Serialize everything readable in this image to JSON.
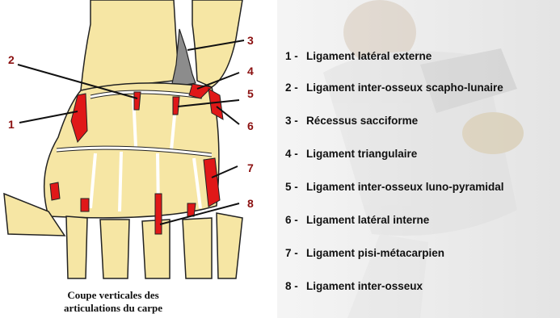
{
  "diagram": {
    "callouts": [
      "1",
      "2",
      "3",
      "4",
      "5",
      "6",
      "7",
      "8"
    ],
    "caption_line1": "Coupe verticales des",
    "caption_line2": "articulations du carpe"
  },
  "legend": [
    {
      "num": "1 -",
      "text": "Ligament latéral externe"
    },
    {
      "num": "2 -",
      "text": "Ligament inter-osseux scapho-lunaire"
    },
    {
      "num": "3 -",
      "text": "Récessus sacciforme"
    },
    {
      "num": "4 -",
      "text": "Ligament triangulaire"
    },
    {
      "num": "5 -",
      "text": "Ligament inter-osseux luno-pyramidal"
    },
    {
      "num": "6 -",
      "text": "Ligament latéral interne"
    },
    {
      "num": "7 -",
      "text": "Ligament pisi-métacarpien"
    },
    {
      "num": "8 -",
      "text": "Ligament inter-osseux"
    }
  ],
  "colors": {
    "bone": "#f6e6a4",
    "ligament": "#e01818",
    "recess": "#8c8c8c",
    "callout": "#8b1010",
    "outline": "#222222"
  }
}
